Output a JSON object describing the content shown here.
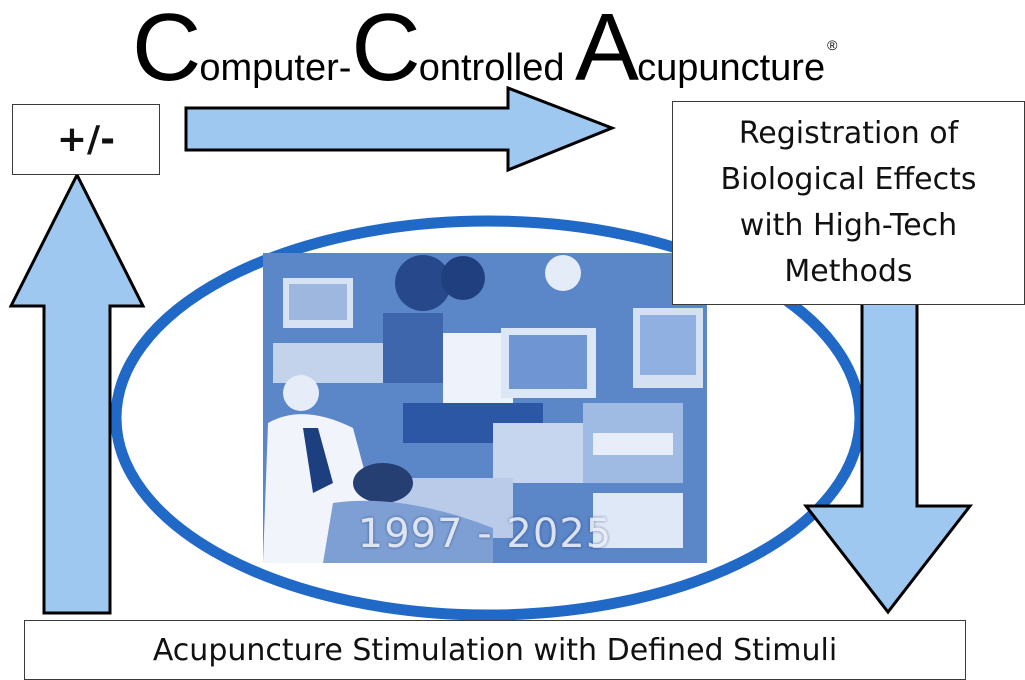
{
  "title": {
    "c1": "C",
    "part1": "omputer-",
    "c2": "C",
    "part2": "ontrolled ",
    "c3": "A",
    "part3": "cupuncture",
    "registered": "®"
  },
  "boxes": {
    "feedback": "+/-",
    "registration": "Registration of Biological Effects with High-Tech Methods",
    "stimulation": "Acupuncture Stimulation with Defined Stimuli"
  },
  "photo": {
    "caption": "1997 - 2025"
  },
  "colors": {
    "arrow_fill": "#9fc8f0",
    "arrow_stroke": "#000000",
    "ellipse_stroke": "#2169c7",
    "photo_tint": "#3f6dbb"
  },
  "icons": {
    "right_arrow": "right-arrow-icon",
    "down_arrow": "down-arrow-icon",
    "up_arrow": "up-arrow-icon"
  }
}
